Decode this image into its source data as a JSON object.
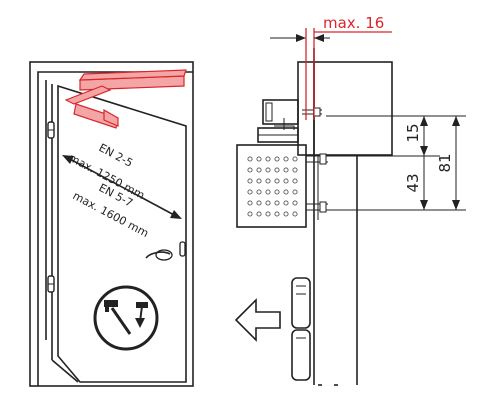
{
  "diagram": {
    "colors": {
      "accent": "#d9262c",
      "line": "#222222",
      "closer_fill": "#f4a6a6",
      "background": "#ffffff"
    },
    "front_view": {
      "label_en25": "EN 2-5",
      "label_max1250": "max. 1250 mm",
      "label_en57": "EN 5-7",
      "label_max1600": "max. 1600 mm",
      "icons": [
        "hinge-icon",
        "door-handle-icon",
        "door-closer-mounting-icon"
      ]
    },
    "side_view": {
      "dim_max16": "max. 16",
      "dim_15": "15",
      "dim_43": "43",
      "dim_81": "81"
    },
    "direction_arrow": "arrow-left-icon"
  }
}
